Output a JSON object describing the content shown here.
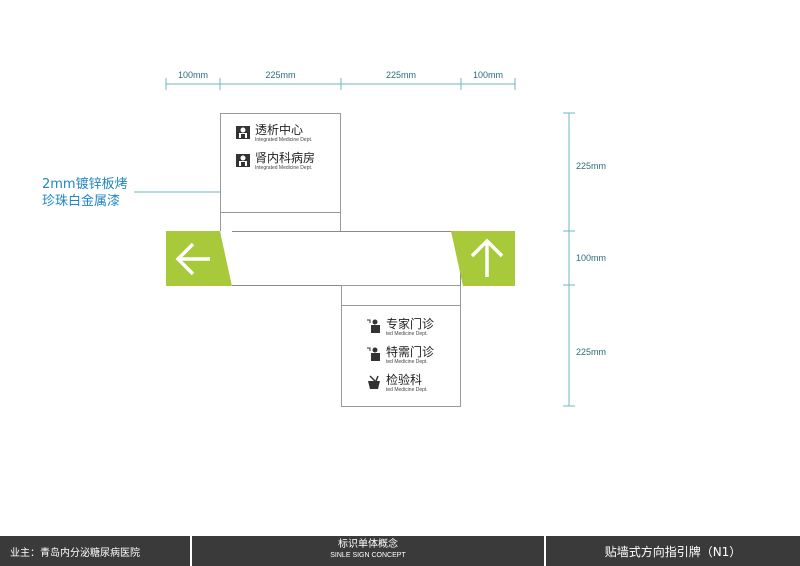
{
  "dimensions": {
    "horizontal": [
      "100mm",
      "225mm",
      "225mm",
      "100mm"
    ],
    "vertical": [
      "225mm",
      "100mm",
      "225mm"
    ]
  },
  "annotation": {
    "line1": "2mm镀锌板烤",
    "line2": "珍珠白金属漆"
  },
  "top_panel": {
    "entries": [
      {
        "zh": "透析中心",
        "en": "Integrated Medicine Dept.",
        "icon": "dialysis-icon"
      },
      {
        "zh": "肾内科病房",
        "en": "Integrated Medicine Dept.",
        "icon": "nephrology-ward-icon"
      }
    ]
  },
  "bottom_panel": {
    "entries": [
      {
        "zh": "专家门诊",
        "en": "ted Medicine Dept.",
        "icon": "expert-clinic-icon"
      },
      {
        "zh": "特需门诊",
        "en": "ted Medicine Dept.",
        "icon": "special-clinic-icon"
      },
      {
        "zh": "检验科",
        "en": "ted Medicine Dept.",
        "icon": "laboratory-icon"
      }
    ]
  },
  "arrows": {
    "left": "arrow-left-icon",
    "right": "arrow-up-icon",
    "color": "#a7c93a"
  },
  "footer": {
    "owner": "业主：青岛内分泌糖尿病医院",
    "concept_title": "标识单体概念",
    "concept_subtitle": "SINLE SIGN CONCEPT",
    "sign_name": "贴墙式方向指引牌（N1）"
  },
  "colors": {
    "dimension": "#2a8a96",
    "accent_green": "#a7c93a",
    "note_blue": "#1f86c3",
    "footer_bg": "#3a3a3a"
  }
}
